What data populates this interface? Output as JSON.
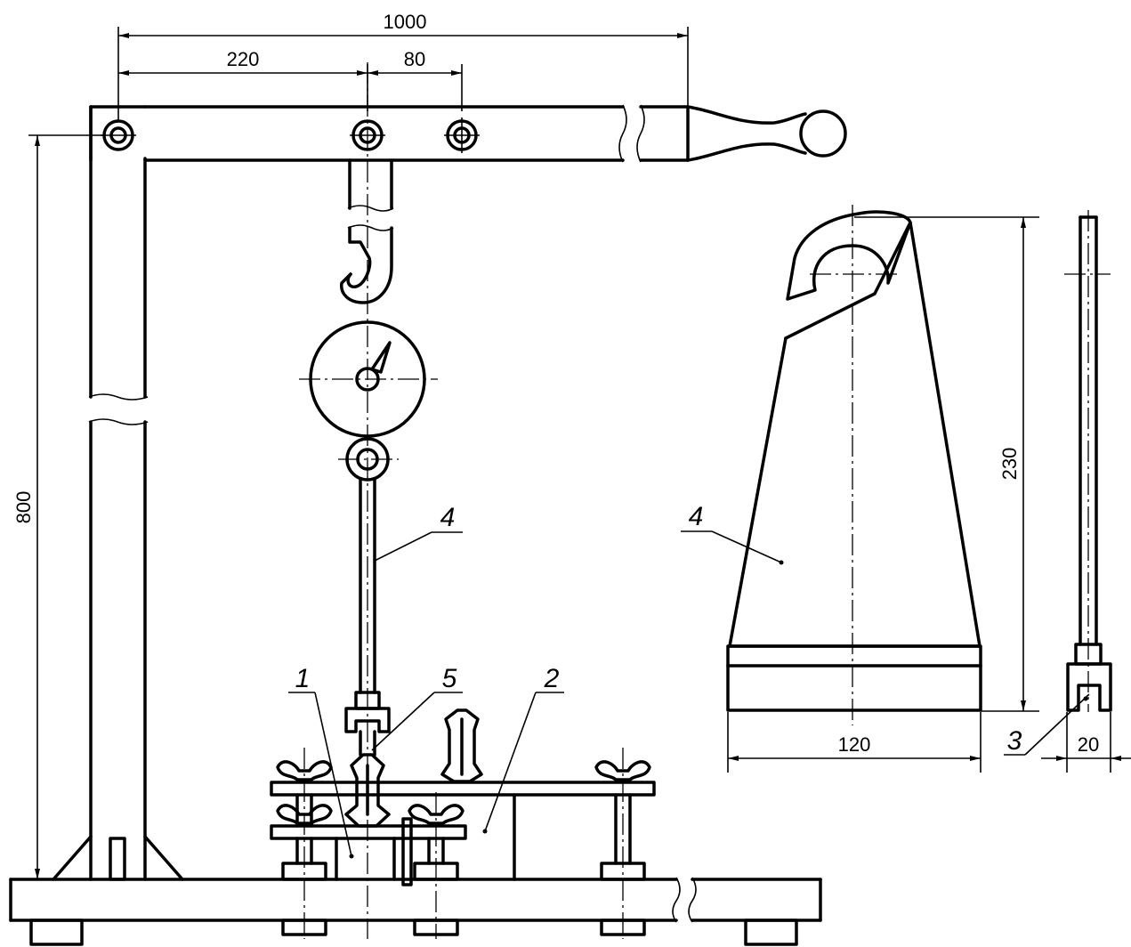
{
  "dimensions": {
    "overall_length": "1000",
    "pivot_to_hook": "220",
    "hook_to_hole": "80",
    "stand_height": "800",
    "clamp_height": "230",
    "clamp_width": "120",
    "clamp_thickness": "20"
  },
  "labels": {
    "part_1": "1",
    "part_2": "2",
    "part_3": "3",
    "part_4_main": "4",
    "part_4_detail": "4",
    "part_5": "5"
  }
}
